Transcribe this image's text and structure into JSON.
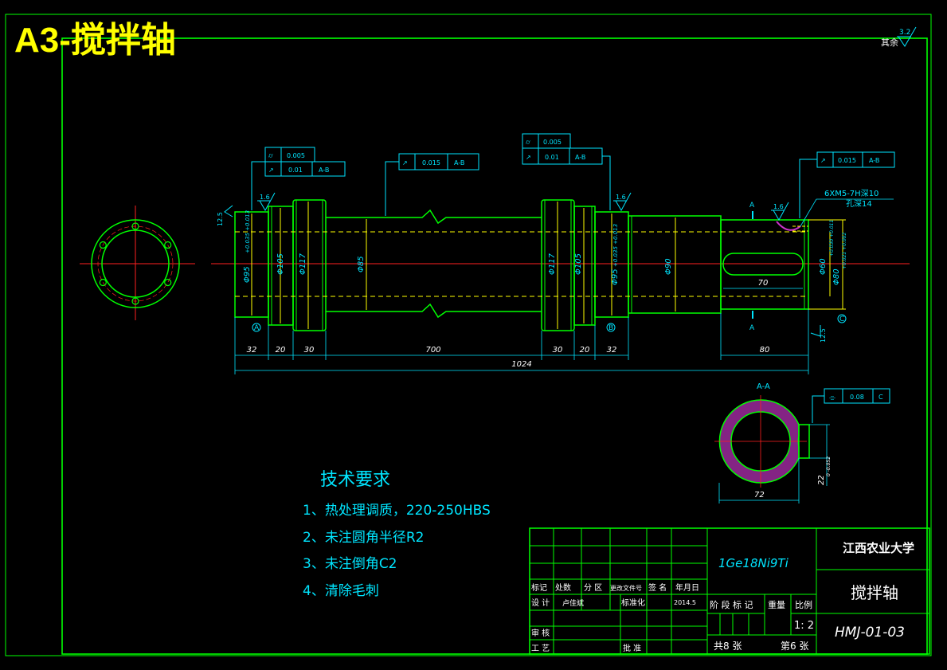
{
  "sheet_title": "A3-搅拌轴",
  "roughness": {
    "general_note": "其余",
    "general_value": "3.2",
    "left_journal": "1.6",
    "right_journal": "1.6",
    "keyway": "1.6",
    "end_face_left": "12.5",
    "end_face_right": "12.5"
  },
  "tolerance_frames": {
    "left": {
      "symbol_top": "⌭",
      "value_top": "0.005",
      "symbol_bottom": "↗",
      "value_bottom": "0.01",
      "datum": "A-B"
    },
    "middle": {
      "symbol": "↗",
      "value": "0.015",
      "datum": "A-B"
    },
    "right_journal": {
      "symbol_top": "⌭",
      "value_top": "0.005",
      "symbol_bottom": "↗",
      "value_bottom": "0.01",
      "datum": "A-B"
    },
    "right_end": {
      "symbol": "↗",
      "value": "0.015",
      "datum": "A-B"
    },
    "section": {
      "symbol": "⌯",
      "value": "0.08",
      "datum": "C"
    }
  },
  "thread_note": {
    "line1": "6XM5-7H深10",
    "line2": "孔深14"
  },
  "diameters": {
    "d95_left": "Φ95",
    "d95_left_tol": "+0.035 +0.013",
    "d105_left": "Φ105",
    "d117_left": "Φ117",
    "d85": "Φ85",
    "d117_right": "Φ117",
    "d105_right": "Φ105",
    "d95_right": "Φ95",
    "d95_right_tol": "+0.035 +0.013",
    "d90": "Φ90",
    "d60": "Φ60",
    "d60_tol": "+0.030 +0.011",
    "d80": "Φ80",
    "d80_tol": "+0.021 +0.002"
  },
  "lengths": {
    "l1": "32",
    "l2": "20",
    "l3": "30",
    "l4": "700",
    "l5": "30",
    "l6": "20",
    "l7": "32",
    "l8": "80",
    "total": "1024",
    "keyway": "70"
  },
  "datums": {
    "a": "A",
    "b": "B",
    "c": "C"
  },
  "section": {
    "label": "A-A",
    "section_mark": "A",
    "width": "72",
    "depth": "22",
    "depth_tol": "0 -0.052"
  },
  "technical_requirements": {
    "title": "技术要求",
    "items": [
      "1、热处理调质，220-250HBS",
      "2、未注圆角半径R2",
      "3、未注倒角C2",
      "4、清除毛刺"
    ]
  },
  "title_block": {
    "material": "1Ge18Ni9Ti",
    "school": "江西农业大学",
    "part_name": "搅拌轴",
    "drawing_no": "HMJ-01-03",
    "scale_label": "比例",
    "scale": "1: 2",
    "weight_label": "重量",
    "stage_label": "阶 段 标 记",
    "sheets_total": "共8 张",
    "sheet_no": "第6 张",
    "header_cols": [
      "标记",
      "处数",
      "分 区",
      "更改文件号",
      "签 名",
      "年月日"
    ],
    "design_label": "设 计",
    "designer": "卢佳斌",
    "standard_label": "标准化",
    "date": "2014.5",
    "review_label": "审 核",
    "process_label": "工 艺",
    "approve_label": "批 准"
  },
  "colors": {
    "background": "#000000",
    "border": "#00ff00",
    "outline": "#00ff00",
    "dimension": "#00e5ff",
    "centerline": "#ff2020",
    "hidden": "#ffff00",
    "title": "#ffff00",
    "hatch": "#cc33cc",
    "text": "#ffffff"
  }
}
